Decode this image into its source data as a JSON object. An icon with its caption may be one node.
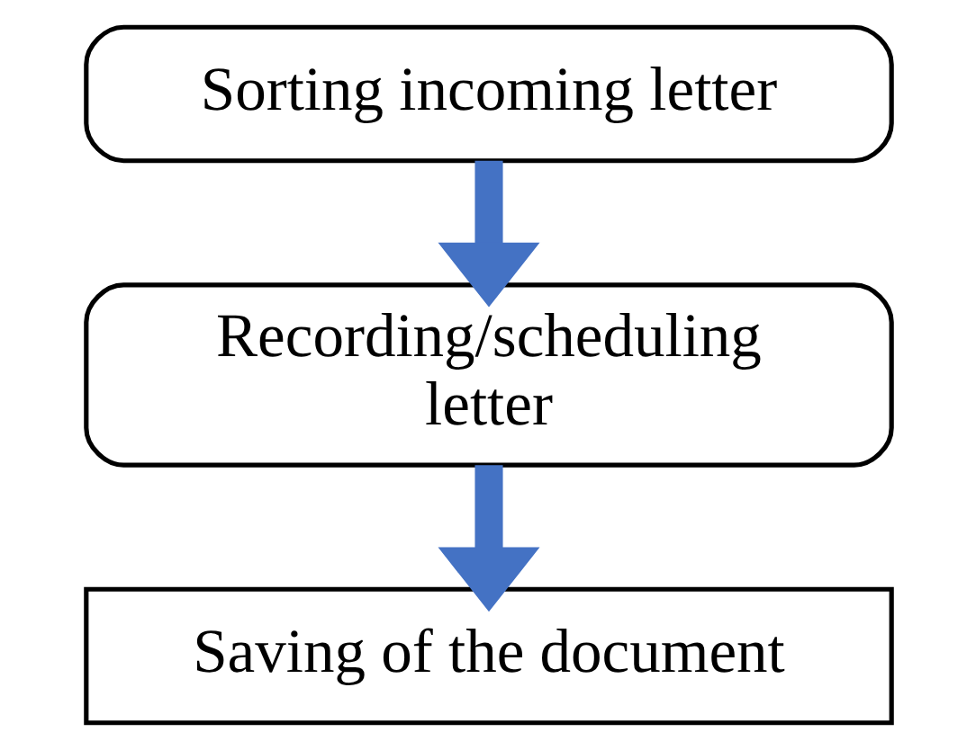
{
  "diagram": {
    "nodes": [
      {
        "text": [
          "Sorting incoming letter"
        ]
      },
      {
        "text": [
          "Recording/scheduling letter"
        ]
      },
      {
        "text": [
          "Saving of the document"
        ]
      }
    ],
    "edges": [
      {
        "from": 0,
        "to": 1,
        "arrow": "to"
      },
      {
        "from": 1,
        "to": 2,
        "arrow": "to"
      }
    ]
  }
}
